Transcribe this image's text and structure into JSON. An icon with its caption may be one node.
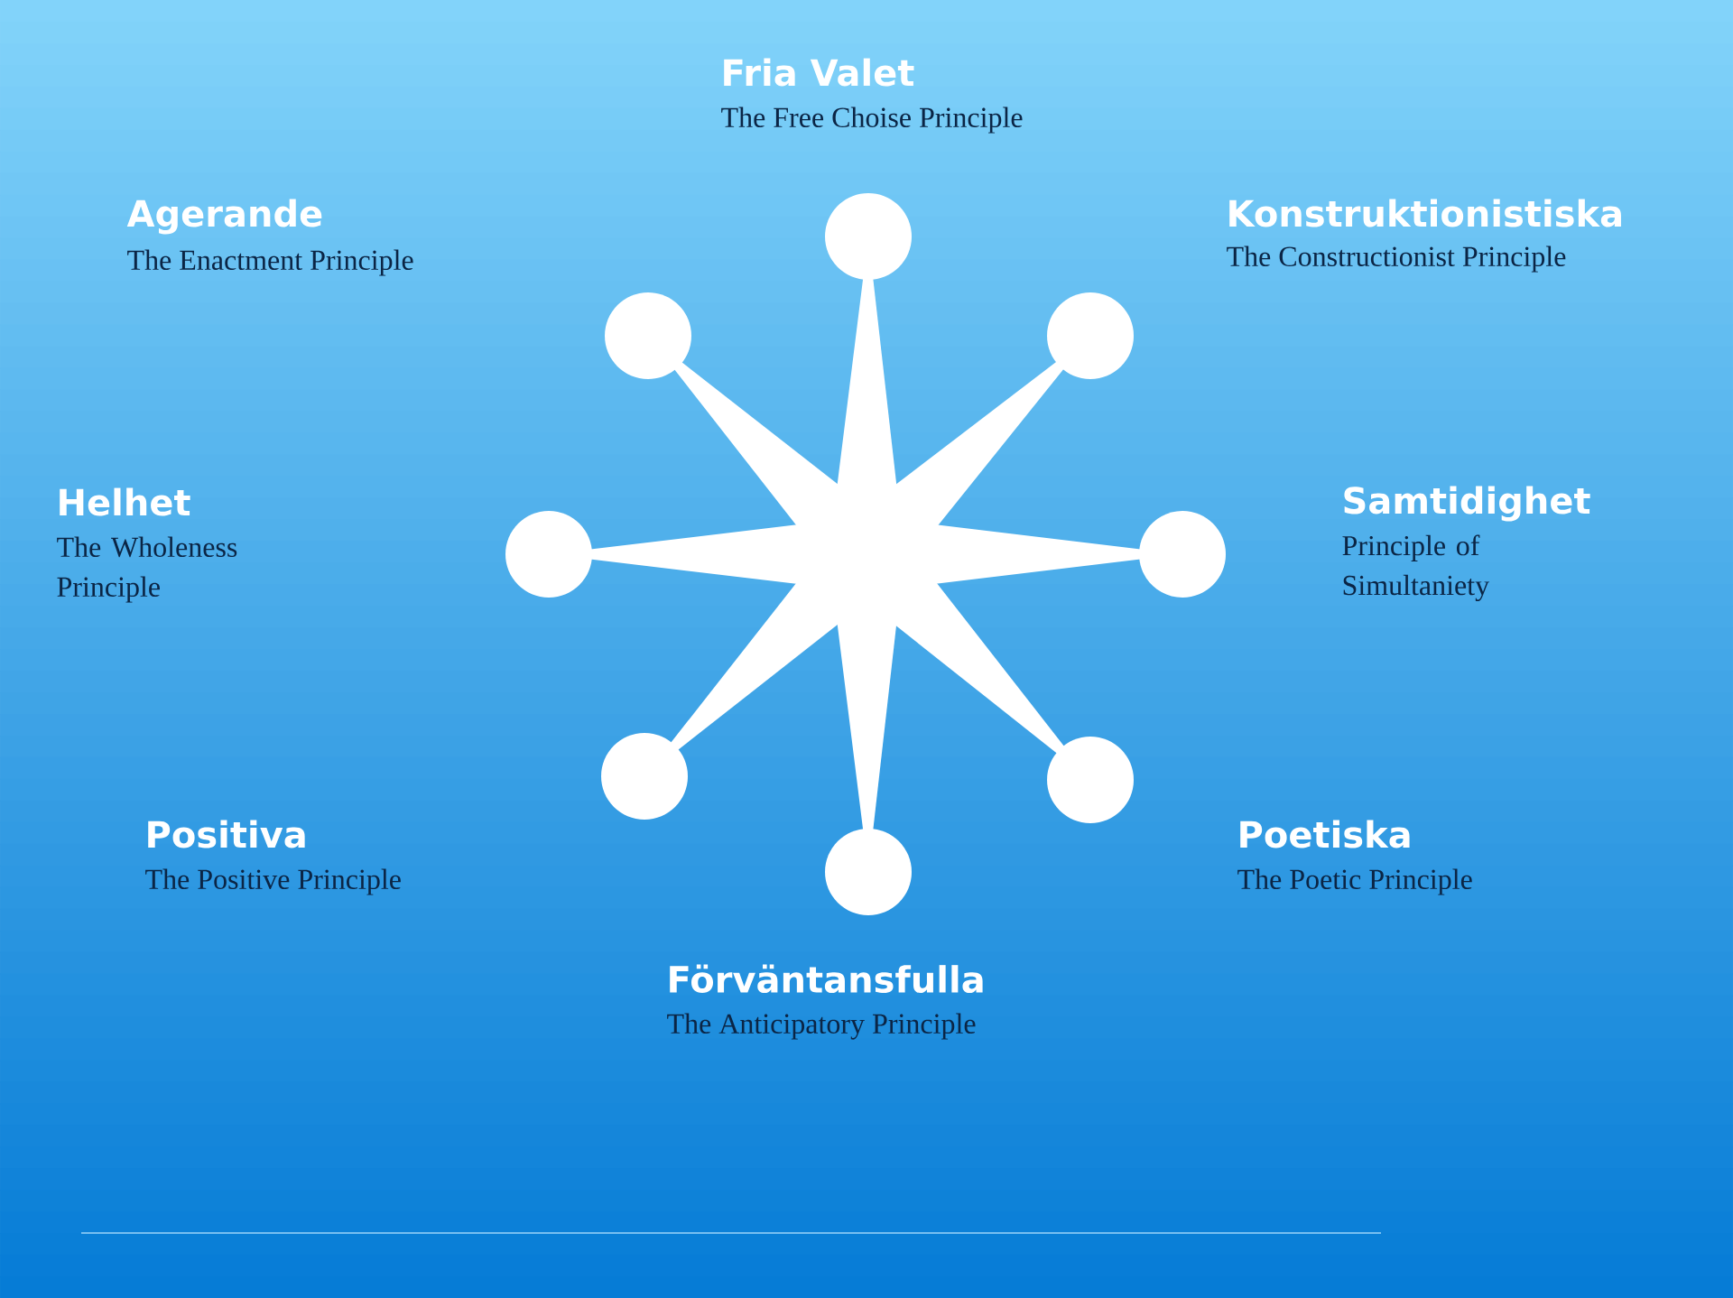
{
  "diagram": {
    "labels": [
      "Fria Valet",
      "The Free Choise Principle",
      "Agerande",
      "The Enactment Principle",
      "Konstruktionistiska",
      "The Constructionist Principle",
      "Helhet",
      "The Wholeness Principle",
      "Samtidighet",
      "Principle of Simultaniety",
      "Positiva",
      "The Positive Principle",
      "Poetiska",
      "The Poetic Principle",
      "Förväntansfulla",
      "The Anticipatory Principle"
    ]
  }
}
